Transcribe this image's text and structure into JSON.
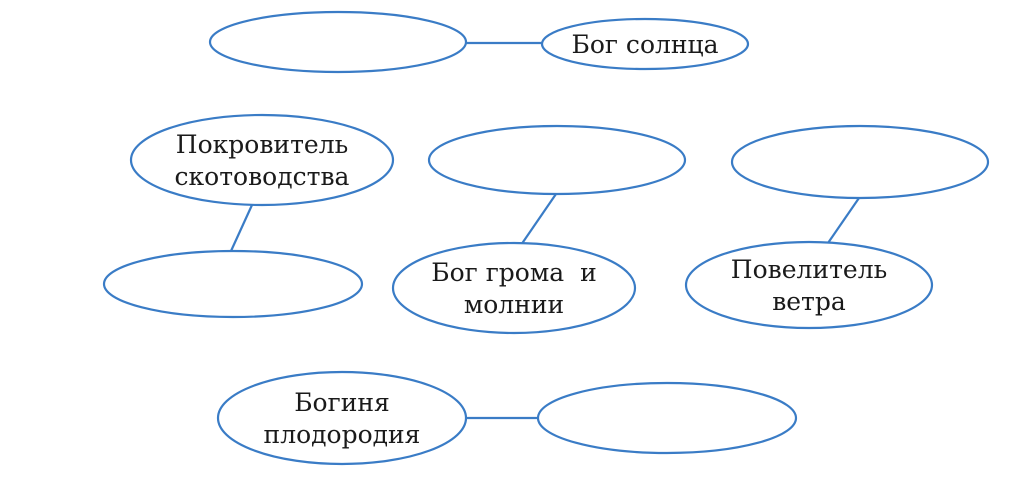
{
  "nodes": [
    {
      "id": "sun-blank",
      "lines": []
    },
    {
      "id": "sun-god",
      "lines": [
        "Бог солнца"
      ]
    },
    {
      "id": "cattle-patron",
      "lines": [
        "Покровитель",
        "скотоводства"
      ]
    },
    {
      "id": "cattle-blank",
      "lines": []
    },
    {
      "id": "thunder-blank",
      "lines": []
    },
    {
      "id": "thunder-god",
      "lines": [
        "Бог грома  и",
        "молнии"
      ]
    },
    {
      "id": "wind-blank",
      "lines": []
    },
    {
      "id": "wind-lord",
      "lines": [
        "Повелитель",
        "ветра"
      ]
    },
    {
      "id": "fertility-goddess",
      "lines": [
        "Богиня",
        "плодородия"
      ]
    },
    {
      "id": "fertility-blank",
      "lines": []
    }
  ],
  "edges": [
    {
      "from": "sun-blank",
      "to": "sun-god"
    },
    {
      "from": "cattle-patron",
      "to": "cattle-blank"
    },
    {
      "from": "thunder-blank",
      "to": "thunder-god"
    },
    {
      "from": "wind-blank",
      "to": "wind-lord"
    },
    {
      "from": "fertility-goddess",
      "to": "fertility-blank"
    }
  ],
  "colors": {
    "stroke": "#3a7cc6",
    "text": "#1a1a1a"
  }
}
